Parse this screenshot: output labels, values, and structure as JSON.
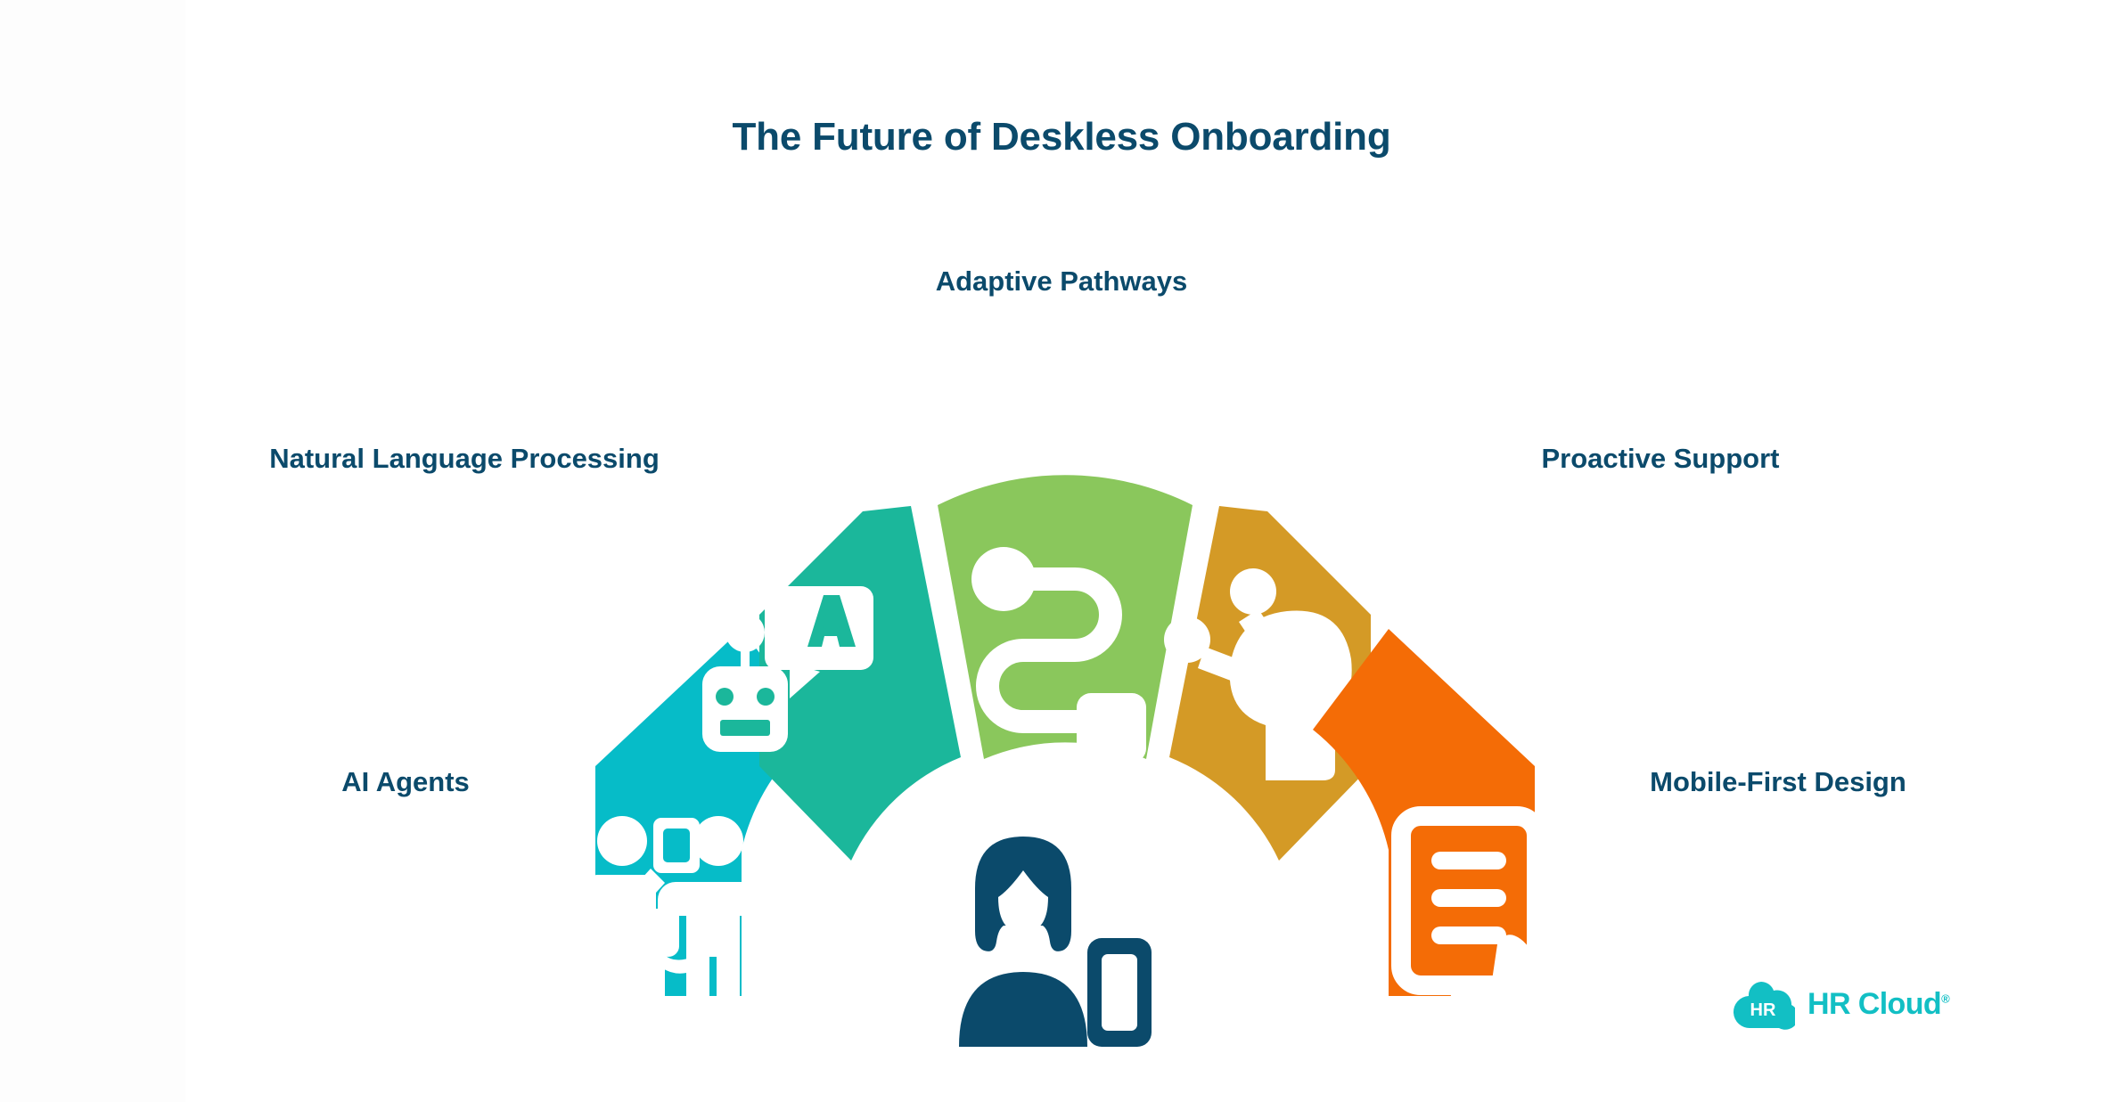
{
  "page": {
    "title": "The Future of Deskless Onboarding",
    "background_color": "#ffffff",
    "text_color": "#0b4a6b"
  },
  "diagram": {
    "type": "semicircular-fan",
    "segment_count": 5,
    "segments": [
      {
        "id": "ai-agents",
        "label": "AI Agents",
        "color": "#06BCC8",
        "icon": "reception-desk-person-icon",
        "position": "lower-left"
      },
      {
        "id": "natural-language-processing",
        "label": "Natural Language Processing",
        "color": "#1BB79B",
        "icon": "chatbot-speech-bubble-icon",
        "position": "upper-left"
      },
      {
        "id": "adaptive-pathways",
        "label": "Adaptive Pathways",
        "color": "#8AC75C",
        "icon": "flow-pathway-icon",
        "position": "top"
      },
      {
        "id": "proactive-support",
        "label": "Proactive Support",
        "color": "#D49A26",
        "icon": "head-with-nodes-icon",
        "position": "upper-right"
      },
      {
        "id": "mobile-first-design",
        "label": "Mobile-First Design",
        "color": "#F46C06",
        "icon": "document-hand-tap-icon",
        "position": "lower-right"
      }
    ],
    "center": {
      "icon": "person-with-mobile-phone-icon",
      "color": "#0b4a6b"
    }
  },
  "brand": {
    "name": "HR Cloud",
    "mark_text": "HR",
    "trademark": "®",
    "color": "#12BFC4",
    "mark_icon": "cloud-icon"
  }
}
